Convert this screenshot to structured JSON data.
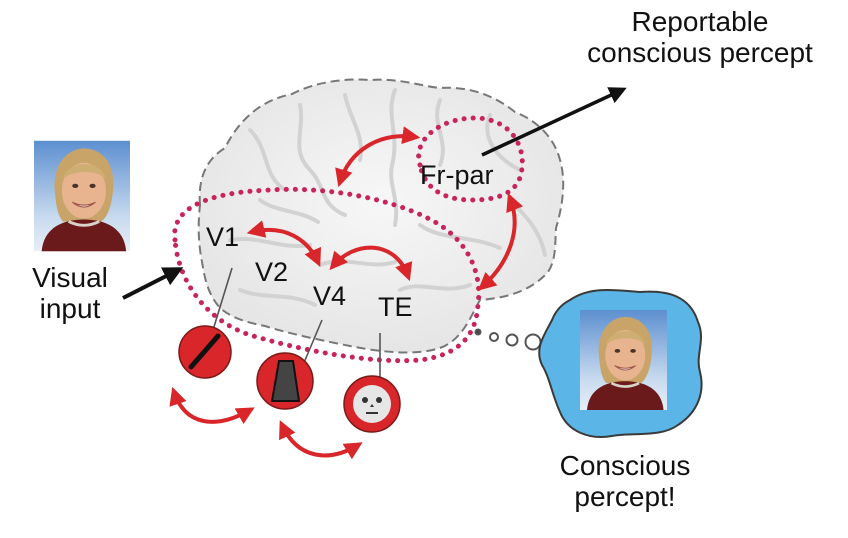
{
  "labels": {
    "visual_input_line1": "Visual",
    "visual_input_line2": "input",
    "reportable_line1": "Reportable",
    "reportable_line2": "conscious percept",
    "conscious_line1": "Conscious",
    "conscious_line2": "percept!"
  },
  "areas": {
    "v1": "V1",
    "v2": "V2",
    "v4": "V4",
    "te": "TE",
    "frontoparietal": "Fr-par"
  },
  "icons": {
    "input_photo": "face-photo",
    "percept_photo": "face-photo",
    "v1_feature": "oriented-line-icon",
    "v4_feature": "trapezoid-shape-icon",
    "te_feature": "face-icon",
    "thought_bubble": "thought-cloud"
  },
  "colors": {
    "arrow_red": "#d8262b",
    "dotted_outline": "#c9245a",
    "brain_fill": "#ececec",
    "brain_outline": "#777777",
    "cloud_fill": "#5bb5e6",
    "feature_circle": "#d8262b",
    "text": "#111111"
  }
}
